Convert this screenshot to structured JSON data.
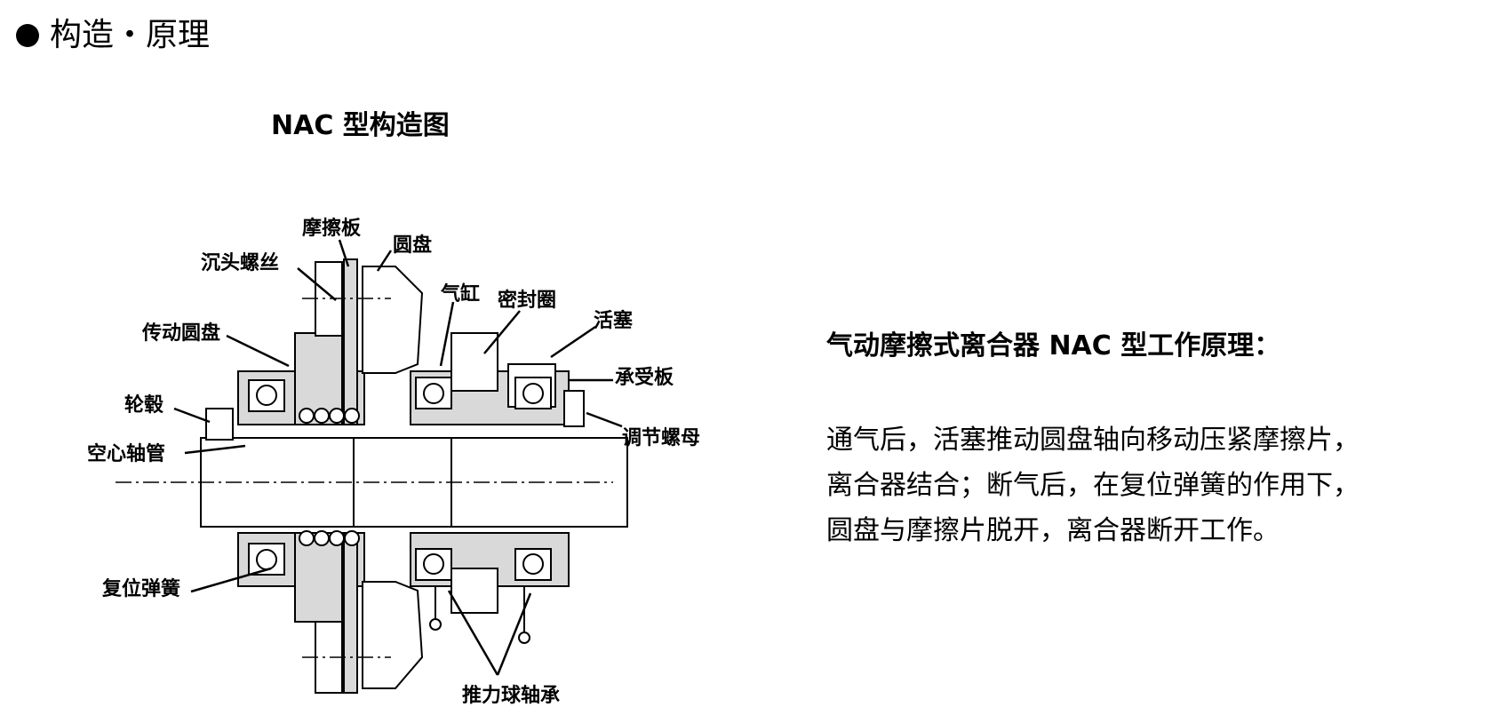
{
  "heading": {
    "text": "构造・原理"
  },
  "diagram": {
    "title": "NAC 型构造图",
    "labels": {
      "friction_plate": "摩擦板",
      "disc": "圆盘",
      "countersunk_screw": "沉头螺丝",
      "cylinder": "气缸",
      "seal_ring": "密封圈",
      "piston": "活塞",
      "drive_disc": "传动圆盘",
      "bearing_plate": "承受板",
      "hub": "轮毂",
      "adjusting_nut": "调节螺母",
      "hollow_shaft_tube": "空心轴管",
      "return_spring": "复位弹簧",
      "thrust_ball_bearing": "推力球轴承"
    }
  },
  "explanation": {
    "title": "气动摩擦式离合器 NAC 型工作原理：",
    "lines": [
      "通气后，活塞推动圆盘轴向移动压紧摩擦片，",
      "离合器结合；断气后，在复位弹簧的作用下，",
      "圆盘与摩擦片脱开，离合器断开工作。"
    ]
  },
  "colors": {
    "part_fill": "#d9d9d9",
    "line": "#000000"
  }
}
